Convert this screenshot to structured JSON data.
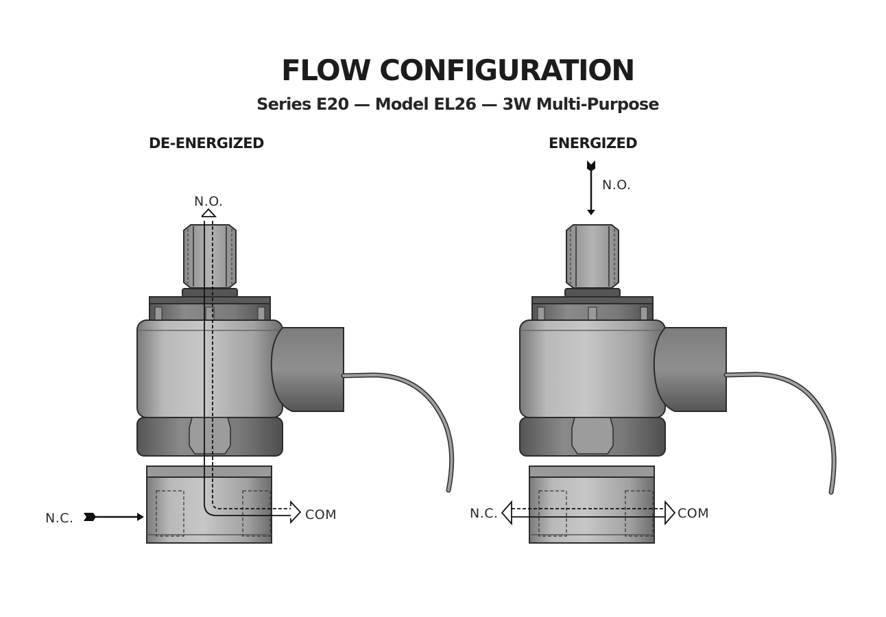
{
  "header": {
    "title": "FLOW CONFIGURATION",
    "subtitle": "Series E20 — Model EL26 — 3W Multi-Purpose"
  },
  "states": {
    "de_energized": {
      "label": "DE-ENERGIZED",
      "ports": {
        "no": "N.O.",
        "nc": "N.C.",
        "com": "COM"
      }
    },
    "energized": {
      "label": "ENERGIZED",
      "ports": {
        "no": "N.O.",
        "nc": "N.C.",
        "com": "COM"
      }
    }
  },
  "colors": {
    "body": "#a9a9a9",
    "body_dark": "#6e6e6e",
    "outline": "#2b2b2b",
    "flow_arrow": "#111111"
  }
}
